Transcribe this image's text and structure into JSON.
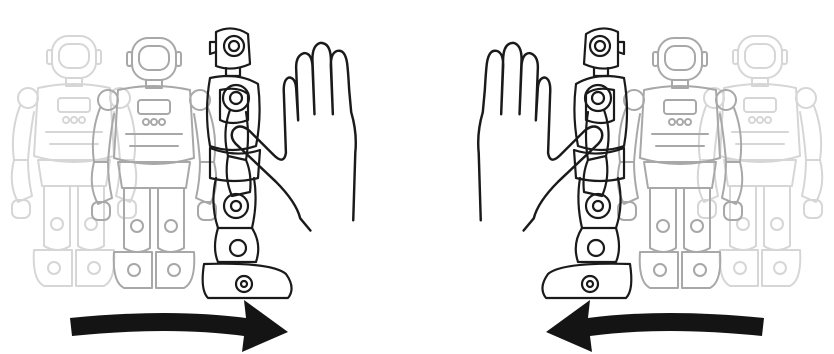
{
  "diagram": {
    "left_panel": {
      "robot_sequence": [
        "robot-faded-far",
        "robot-faded-mid",
        "robot-side-view"
      ],
      "hand": "right-hand",
      "arrow": "arrow-right"
    },
    "right_panel": {
      "robot_sequence": [
        "robot-side-view",
        "robot-faded-mid",
        "robot-faded-far"
      ],
      "hand": "left-hand",
      "arrow": "arrow-left"
    },
    "colors": {
      "line": "#1a1a1a",
      "faded_far": "#d6d6d6",
      "faded_mid": "#a8a8a8",
      "arrow": "#141414",
      "background": "#ffffff"
    }
  }
}
